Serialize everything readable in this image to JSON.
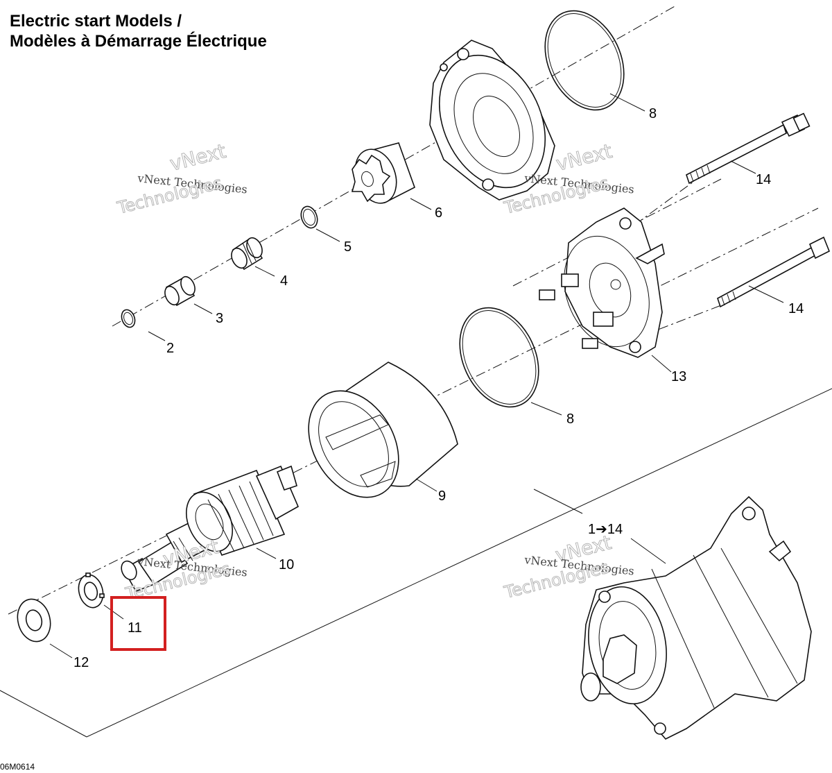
{
  "header": {
    "title_line1": "Electric start Models /",
    "title_line2": "Modèles à Démarrage Électrique"
  },
  "diagram_code": "06M0614",
  "watermark": {
    "line1": "vNext Technologies",
    "line2": "vNext",
    "line3": "Technologies"
  },
  "callouts": {
    "c1_14": "1➔14",
    "c2": "2",
    "c3": "3",
    "c4": "4",
    "c5": "5",
    "c6": "6",
    "c8_top": "8",
    "c8_mid": "8",
    "c9": "9",
    "c10": "10",
    "c11": "11",
    "c12": "12",
    "c13": "13",
    "c14_top": "14",
    "c14_bottom": "14"
  },
  "highlight": {
    "target": "11",
    "color": "#d32020"
  }
}
